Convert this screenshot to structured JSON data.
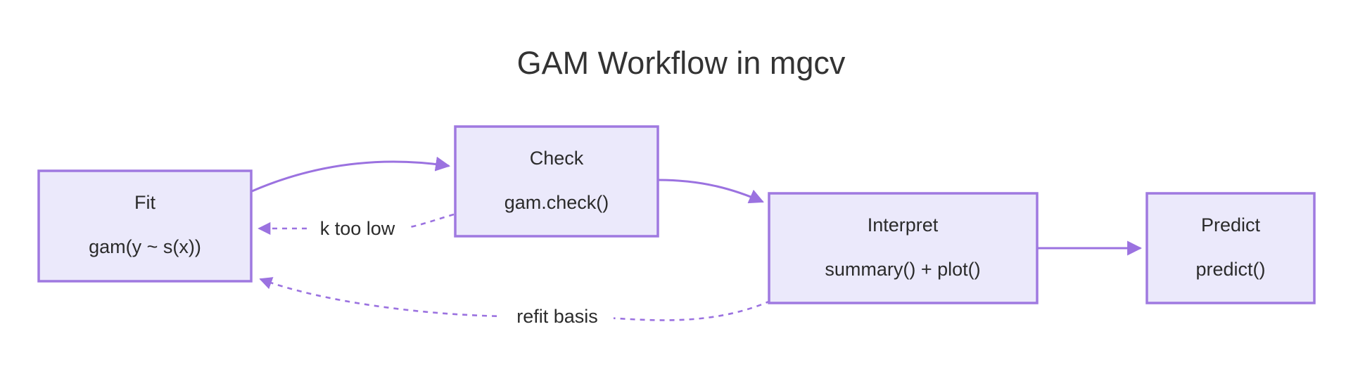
{
  "title": "GAM Workflow in mgcv",
  "colors": {
    "node_fill": "#ebe9fb",
    "node_border": "#9f79e0",
    "edge": "#9b72e0",
    "text": "#2b2b2b",
    "title_text": "#333333",
    "background": "#ffffff"
  },
  "nodes": [
    {
      "id": "fit",
      "line1": "Fit",
      "line2": "gam(y ~ s(x))"
    },
    {
      "id": "check",
      "line1": "Check",
      "line2": "gam.check()"
    },
    {
      "id": "interpret",
      "line1": "Interpret",
      "line2": "summary() + plot()"
    },
    {
      "id": "predict",
      "line1": "Predict",
      "line2": "predict()"
    }
  ],
  "edges": [
    {
      "id": "fit-to-check",
      "label": "",
      "style": "solid",
      "from": "fit",
      "to": "check"
    },
    {
      "id": "check-to-interpret",
      "label": "",
      "style": "solid",
      "from": "check",
      "to": "interpret"
    },
    {
      "id": "interpret-to-predict",
      "label": "",
      "style": "solid",
      "from": "interpret",
      "to": "predict"
    },
    {
      "id": "check-to-fit",
      "label": "k too low",
      "style": "dashed",
      "from": "check",
      "to": "fit"
    },
    {
      "id": "interpret-to-fit",
      "label": "refit basis",
      "style": "dashed",
      "from": "interpret",
      "to": "fit"
    }
  ]
}
